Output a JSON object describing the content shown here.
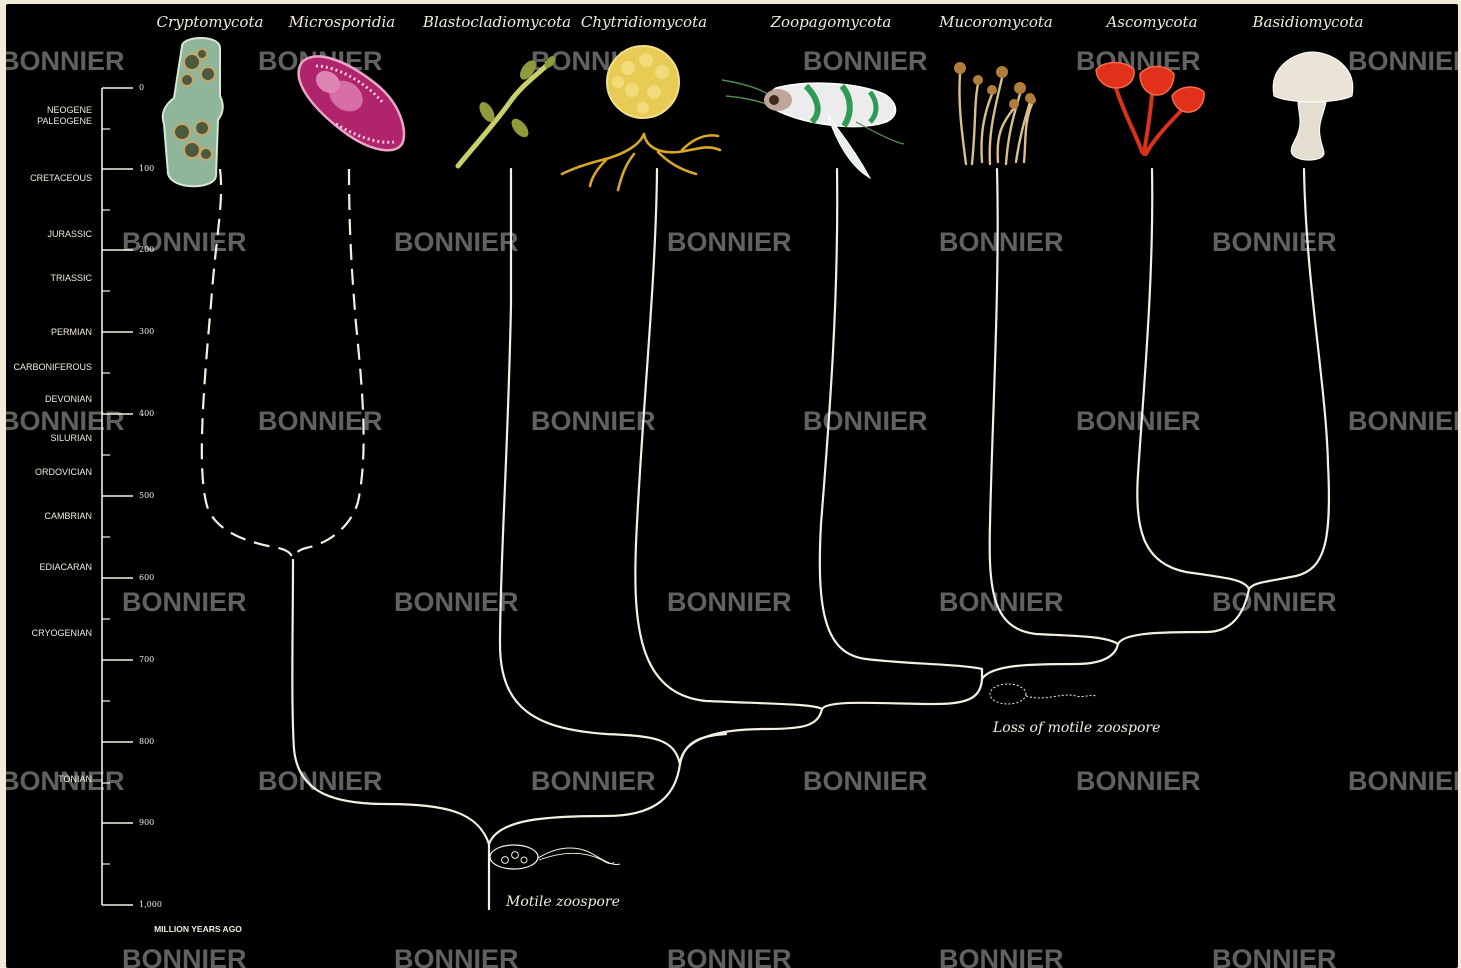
{
  "clades": [
    "Cryptomycota",
    "Microsporidia",
    "Blastocladiomycota",
    "Chytridiomycota",
    "Zoopagomycota",
    "Mucoromycota",
    "Ascomycota",
    "Basidiomycota"
  ],
  "timescale": {
    "title": "MILLION YEARS AGO",
    "ticks": [
      "0",
      "100",
      "200",
      "300",
      "400",
      "500",
      "600",
      "700",
      "800",
      "900",
      "1,000"
    ],
    "periods": [
      "NEOGENE",
      "PALEOGENE",
      "CRETACEOUS",
      "JURASSIC",
      "TRIASSIC",
      "PERMIAN",
      "CARBONIFEROUS",
      "DEVONIAN",
      "SILURIAN",
      "ORDOVICIAN",
      "CAMBRIAN",
      "EDIACARAN",
      "CRYOGENIAN",
      "TONIAN"
    ]
  },
  "annotations": {
    "motile": "Motile zoospore",
    "loss": "Loss of motile zoospore"
  },
  "watermark": "BONNIER",
  "colors": {
    "background": "#000000",
    "lines": "#f4efe0",
    "border": "#f0ead9"
  }
}
